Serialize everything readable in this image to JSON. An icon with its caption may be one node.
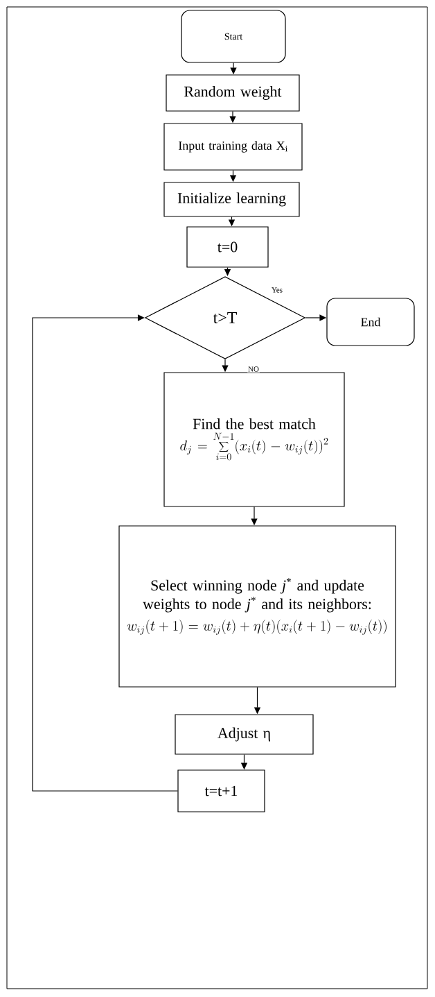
{
  "diagram": {
    "nodes": [
      {
        "text": [
          "Start"
        ]
      },
      {
        "text": [
          "Random weight"
        ]
      },
      {
        "text": [
          "Input training data X$_{i}$"
        ]
      },
      {
        "text": [
          "Initialize learning"
        ]
      },
      {
        "text": [
          "t=0"
        ]
      },
      {
        "text": [
          "t>T"
        ]
      },
      {
        "text": [
          "End"
        ]
      },
      {
        "text": [
          "Find the best match",
          "d_{j}=\\sum_{i=0}^{N-1}(x_{i}(t)-w_{ij}(t))^{2}"
        ]
      },
      {
        "text": [
          "Select winning node *j*$^{*}$ and update weights to node *j*$^{*}$ and its neighbors:",
          "w_{ij}(t+1)=w_{ij}(t)+\\eta(t)(x_{i}(t+1)-w_{ij}(t))"
        ]
      },
      {
        "text": [
          "Adjust η"
        ]
      },
      {
        "text": [
          "t=t+1"
        ]
      }
    ],
    "edges": [
      {
        "from": 0,
        "to": 1,
        "arrow": "to"
      },
      {
        "from": 1,
        "to": 2,
        "arrow": "to"
      },
      {
        "from": 2,
        "to": 3,
        "arrow": "to"
      },
      {
        "from": 3,
        "to": 4,
        "arrow": "to"
      },
      {
        "from": 4,
        "to": 5,
        "arrow": "to"
      },
      {
        "from": 5,
        "to": 6,
        "arrow": "to",
        "label": "Yes"
      },
      {
        "from": 5,
        "to": 7,
        "arrow": "to",
        "label": "NO"
      },
      {
        "from": 7,
        "to": 8,
        "arrow": "to"
      },
      {
        "from": 8,
        "to": 9,
        "arrow": "to"
      },
      {
        "from": 9,
        "to": 10,
        "arrow": "to"
      },
      {
        "from": 10,
        "to": 5,
        "arrow": "to"
      }
    ]
  }
}
